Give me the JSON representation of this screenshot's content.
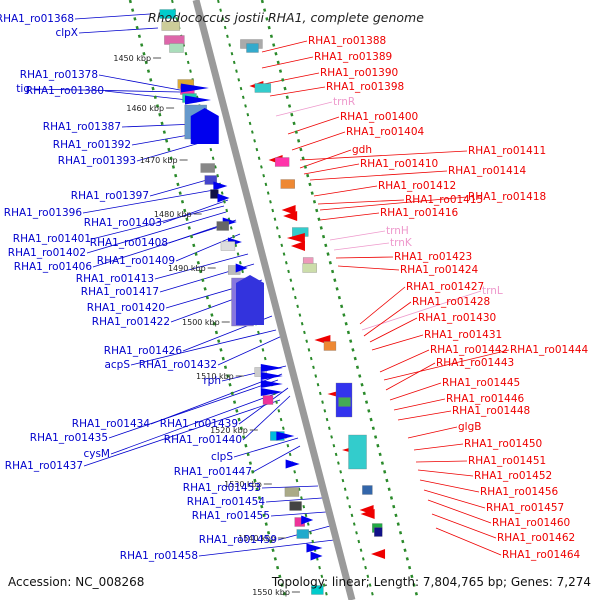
{
  "title": "Rhodococcus jostii RHA1, complete genome",
  "footer": {
    "accession": "Accession: NC_008268",
    "summary": "Topology: linear; Length: 7,804,765 bp; Genes: 7,274"
  },
  "colors": {
    "forward_label": "#0000cc",
    "reverse_label": "#ee0000",
    "rna_label": "#ee99cc",
    "backbone": "#999999",
    "tick": "#118811"
  },
  "ticks": [
    "1450 kbp",
    "1460 kbp",
    "1470 kbp",
    "1480 kbp",
    "1490 kbp",
    "1500 kbp",
    "1510 kbp",
    "1520 kbp",
    "1530 kbp",
    "1540 kbp",
    "1550 kbp"
  ],
  "forward_labels": [
    "RHA1_ro01368",
    "clpX",
    "RHA1_ro01378",
    "tig",
    "RHA1_ro01380",
    "RHA1_ro01387",
    "RHA1_ro01392",
    "RHA1_ro01393",
    "RHA1_ro01397",
    "RHA1_ro01396",
    "RHA1_ro01403",
    "RHA1_ro01401",
    "RHA1_ro01402",
    "RHA1_ro01408",
    "RHA1_ro01406",
    "RHA1_ro01409",
    "RHA1_ro01413",
    "RHA1_ro01417",
    "RHA1_ro01420",
    "RHA1_ro01422",
    "RHA1_ro01426",
    "acpS",
    "RHA1_ro01432",
    "rph",
    "RHA1_ro01434",
    "RHA1_ro01439",
    "RHA1_ro01435",
    "RHA1_ro01440",
    "cysM",
    "RHA1_ro01437",
    "clpS",
    "RHA1_ro01447",
    "RHA1_ro01453",
    "RHA1_ro01454",
    "RHA1_ro01455",
    "RHA1_ro01459",
    "RHA1_ro01458"
  ],
  "reverse_labels": [
    "RHA1_ro01388",
    "RHA1_ro01389",
    "RHA1_ro01390",
    "RHA1_ro01398",
    "trnR",
    "RHA1_ro01400",
    "RHA1_ro01404",
    "RHA1_ro01411",
    "gdh",
    "RHA1_ro01410",
    "RHA1_ro01414",
    "RHA1_ro01412",
    "RHA1_ro01415",
    "RHA1_ro01418",
    "RHA1_ro01416",
    "trnH",
    "trnK",
    "RHA1_ro01423",
    "RHA1_ro01424",
    "RHA1_ro01427",
    "trnL",
    "RHA1_ro01428",
    "RHA1_ro01430",
    "RHA1_ro01431",
    "RHA1_ro01442",
    "RHA1_ro01444",
    "RHA1_ro01443",
    "RHA1_ro01445",
    "RHA1_ro01446",
    "RHA1_ro01448",
    "glgB",
    "RHA1_ro01450",
    "RHA1_ro01451",
    "RHA1_ro01452",
    "RHA1_ro01456",
    "RHA1_ro01457",
    "RHA1_ro01460",
    "RHA1_ro01462",
    "RHA1_ro01464"
  ],
  "rna_names": [
    "trnR",
    "trnH",
    "trnK",
    "trnL"
  ]
}
